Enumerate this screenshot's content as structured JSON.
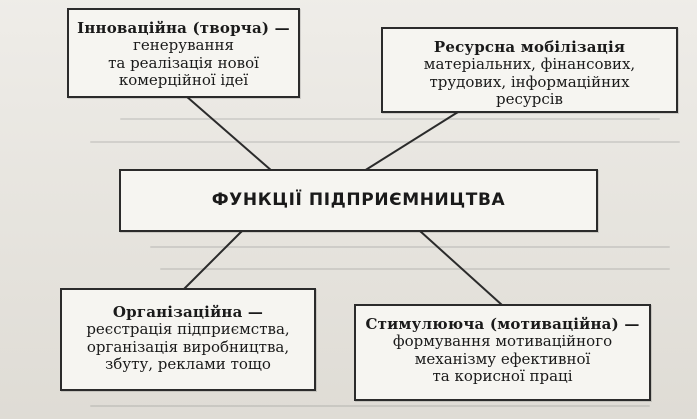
{
  "diagram": {
    "center": {
      "label": "ФУНКЦІЇ ПІДПРИЄМНИЦТВА"
    },
    "functions": [
      {
        "id": "innovation",
        "title": "Інноваційна (творча) —",
        "description_lines": [
          "генерування",
          "та реалізація нової",
          "комерційної ідеї"
        ]
      },
      {
        "id": "resource",
        "title": "Ресурсна мобілізація",
        "description_lines": [
          "матеріальних, фінансових,",
          "трудових, інформаційних",
          "ресурсів"
        ]
      },
      {
        "id": "organization",
        "title": "Організаційна —",
        "description_lines": [
          "реєстрація підприємства,",
          "організація виробництва,",
          "збуту, реклами тощо"
        ]
      },
      {
        "id": "stimulating",
        "title": "Стимулююча (мотиваційна) —",
        "description_lines": [
          "формування мотиваційного",
          "механізму ефективної",
          "та корисної праці"
        ]
      }
    ]
  }
}
